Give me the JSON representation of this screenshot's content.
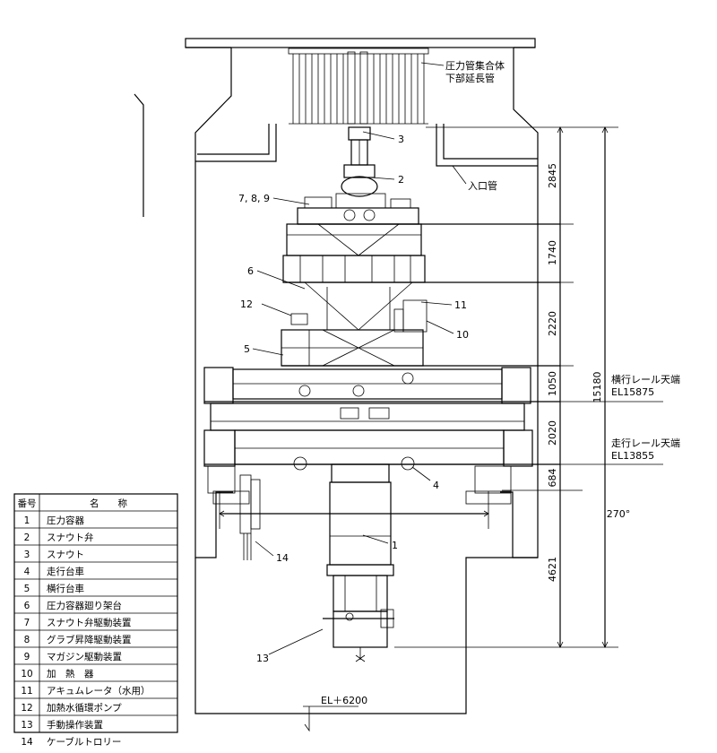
{
  "callouts": {
    "c1": "1",
    "c2": "2",
    "c3": "3",
    "c4": "4",
    "c5": "5",
    "c6": "6",
    "c789": "7, 8, 9",
    "c10": "10",
    "c11": "11",
    "c12": "12",
    "c13": "13",
    "c14": "14"
  },
  "labels": {
    "upper_ext_1": "圧力管集合体",
    "upper_ext_2": "下部延長管",
    "inlet_pipe": "入口管",
    "trav_rail_1": "横行レール天端",
    "trav_rail_2": "EL15875",
    "run_rail_1": "走行レール天端",
    "run_rail_2": "EL13855",
    "floor_el": "EL＋6200"
  },
  "dimensions": {
    "d2845": "2845",
    "d1740": "1740",
    "d2220": "2220",
    "d1050": "1050",
    "d2020": "2020",
    "d684": "684",
    "d4621": "4621",
    "d15180": "15180",
    "angle": "270°"
  },
  "parts_table": {
    "header_no": "番号",
    "header_name": "名　　称",
    "rows": [
      {
        "no": "1",
        "name": "圧力容器"
      },
      {
        "no": "2",
        "name": "スナウト弁"
      },
      {
        "no": "3",
        "name": "スナウト"
      },
      {
        "no": "4",
        "name": "走行台車"
      },
      {
        "no": "5",
        "name": "横行台車"
      },
      {
        "no": "6",
        "name": "圧力容器廻り架台"
      },
      {
        "no": "7",
        "name": "スナウト弁駆動装置"
      },
      {
        "no": "8",
        "name": "グラブ昇降駆動装置"
      },
      {
        "no": "9",
        "name": "マガジン駆動装置"
      },
      {
        "no": "10",
        "name": "加　熱　器"
      },
      {
        "no": "11",
        "name": "アキュムレータ（水用）"
      },
      {
        "no": "12",
        "name": "加熱水循環ポンプ"
      },
      {
        "no": "13",
        "name": "手動操作装置"
      },
      {
        "no": "14",
        "name": "ケーブルトロリー"
      }
    ]
  }
}
